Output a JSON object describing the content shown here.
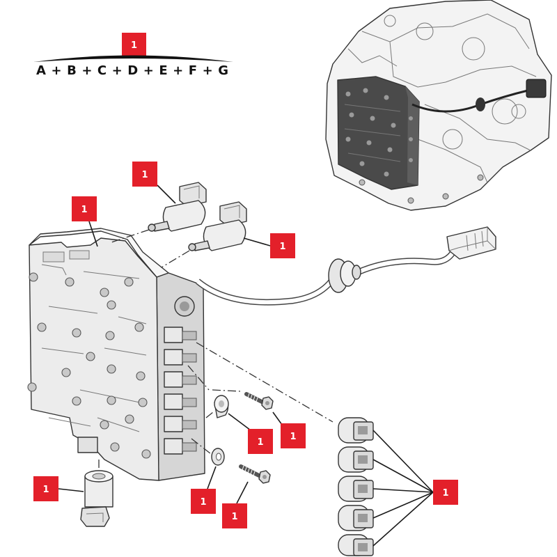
{
  "formula": "A+B+C+D+E+F+G",
  "callouts": [
    {
      "label": "1"
    },
    {
      "label": "1"
    },
    {
      "label": "1"
    },
    {
      "label": "1"
    },
    {
      "label": "1"
    },
    {
      "label": "1"
    },
    {
      "label": "1"
    },
    {
      "label": "1"
    },
    {
      "label": "1"
    },
    {
      "label": "1"
    }
  ],
  "colors": {
    "callout_red": "#e3202a",
    "line": "#1a1a1a",
    "plate_dark": "#4a4a4a",
    "part_light": "#ececec"
  }
}
